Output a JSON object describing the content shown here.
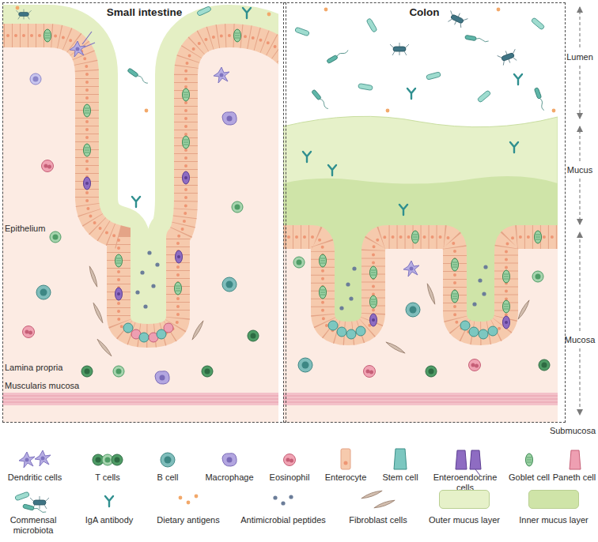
{
  "diagram": {
    "nodes": [
      {
        "text": [
          "Small intestine"
        ]
      },
      {
        "text": [
          "Colon"
        ]
      }
    ],
    "labels": [
      "Epithelium",
      "Lamina propria",
      "Muscularis mucosa",
      "Lumen",
      "Mucus",
      "Mucosa",
      "Submucosa"
    ],
    "legend": [
      {
        "text": "Dendritic cells"
      },
      {
        "text": "T cells"
      },
      {
        "text": "B cell"
      },
      {
        "text": "Macrophage"
      },
      {
        "text": "Eosinophil"
      },
      {
        "text": "Enterocyte"
      },
      {
        "text": "Stem cell"
      },
      {
        "text": "Enteroendocrine cells"
      },
      {
        "text": "Goblet cell"
      },
      {
        "text": "Paneth cell"
      },
      {
        "text": "Commensal microbiota"
      },
      {
        "text": "IgA antibody"
      },
      {
        "text": "Dietary antigens"
      },
      {
        "text": "Antimicrobial peptides"
      },
      {
        "text": "Fibroblast cells"
      },
      {
        "text": "Outer mucus layer",
        "color": "#e6f1c9"
      },
      {
        "text": "Inner mucus layer",
        "color": "#cfe4a8"
      }
    ]
  }
}
